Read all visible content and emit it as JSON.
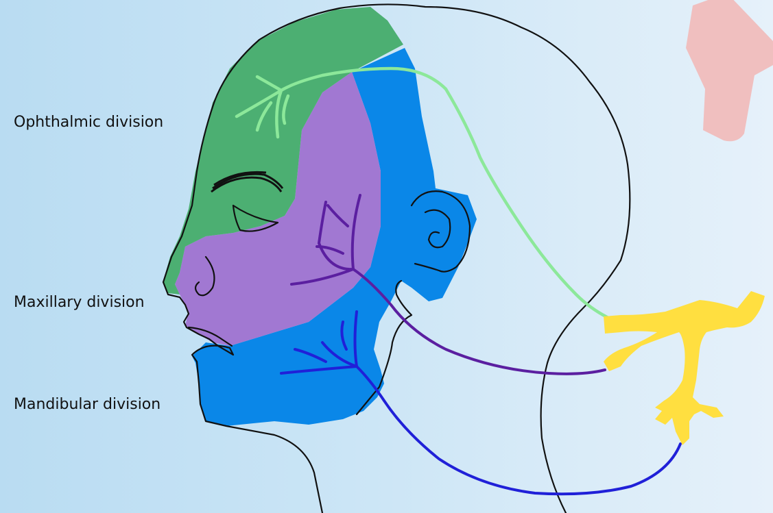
{
  "labels": {
    "ophthalmic": "Ophthalmic division",
    "maxillary": "Maxillary division",
    "mandibular": "Mandibular division"
  },
  "colors": {
    "ophthalmic_region": "#4caf72",
    "maxillary_region": "#a178d2",
    "mandibular_region": "#0a87e8",
    "ophthalmic_nerve": "#8ce89a",
    "maxillary_nerve": "#5b1fa0",
    "mandibular_nerve": "#2020d8",
    "trigeminal_ganglion": "#ffdf40",
    "decor_shape": "#f0bfbf"
  }
}
